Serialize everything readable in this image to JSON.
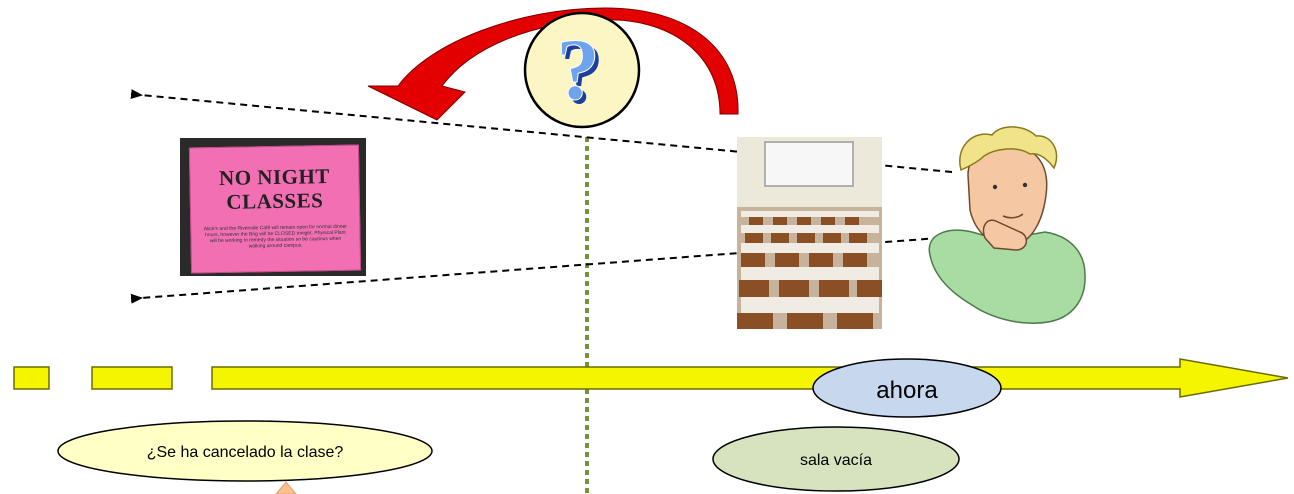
{
  "labels": {
    "question_bubble": "¿Se ha cancelado la clase?",
    "now_label": "ahora",
    "empty_room_label": "sala vacía"
  },
  "sign_photo": {
    "title": "NO NIGHT CLASSES",
    "small_print": "Alice's and the Riverside Café will remain open for normal dinner hours, however the Brig will be CLOSED tonight. Physical Plant will be working to remedy the situation so be cautious when walking around campus."
  },
  "icons": {
    "curved_arrow": "red-curved-arrow-icon",
    "question": "question-mark-icon",
    "thinker": "thinking-man-icon"
  },
  "colors": {
    "timeline_fill": "#f5f500",
    "timeline_stroke": "#6b6b00",
    "curved_arrow": "#e00000",
    "question_circle": "#fbf6c4",
    "question_glyph": "#6ea4ec",
    "ahora_ellipse": "#c6d7ee",
    "empty_room_ellipse": "#d7e3bf",
    "question_bubble": "#ffffc6",
    "divider": "#76923c"
  }
}
